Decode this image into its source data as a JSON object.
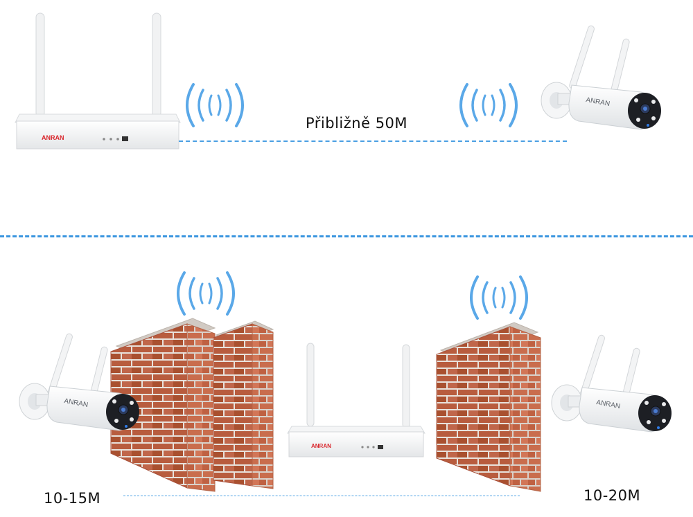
{
  "brand": "ANRAN",
  "top": {
    "distance_label": "Přibližně 50M"
  },
  "bottom": {
    "left_distance_label": "10-15M",
    "right_distance_label": "10-20M"
  },
  "colors": {
    "dash": "#4a9fe3",
    "wifi": "#5aa8e8",
    "brick": "#b55a3c",
    "brand": "#d9262c"
  },
  "icons": [
    "wifi-icon",
    "router-nvr",
    "security-camera",
    "brick-wall"
  ]
}
